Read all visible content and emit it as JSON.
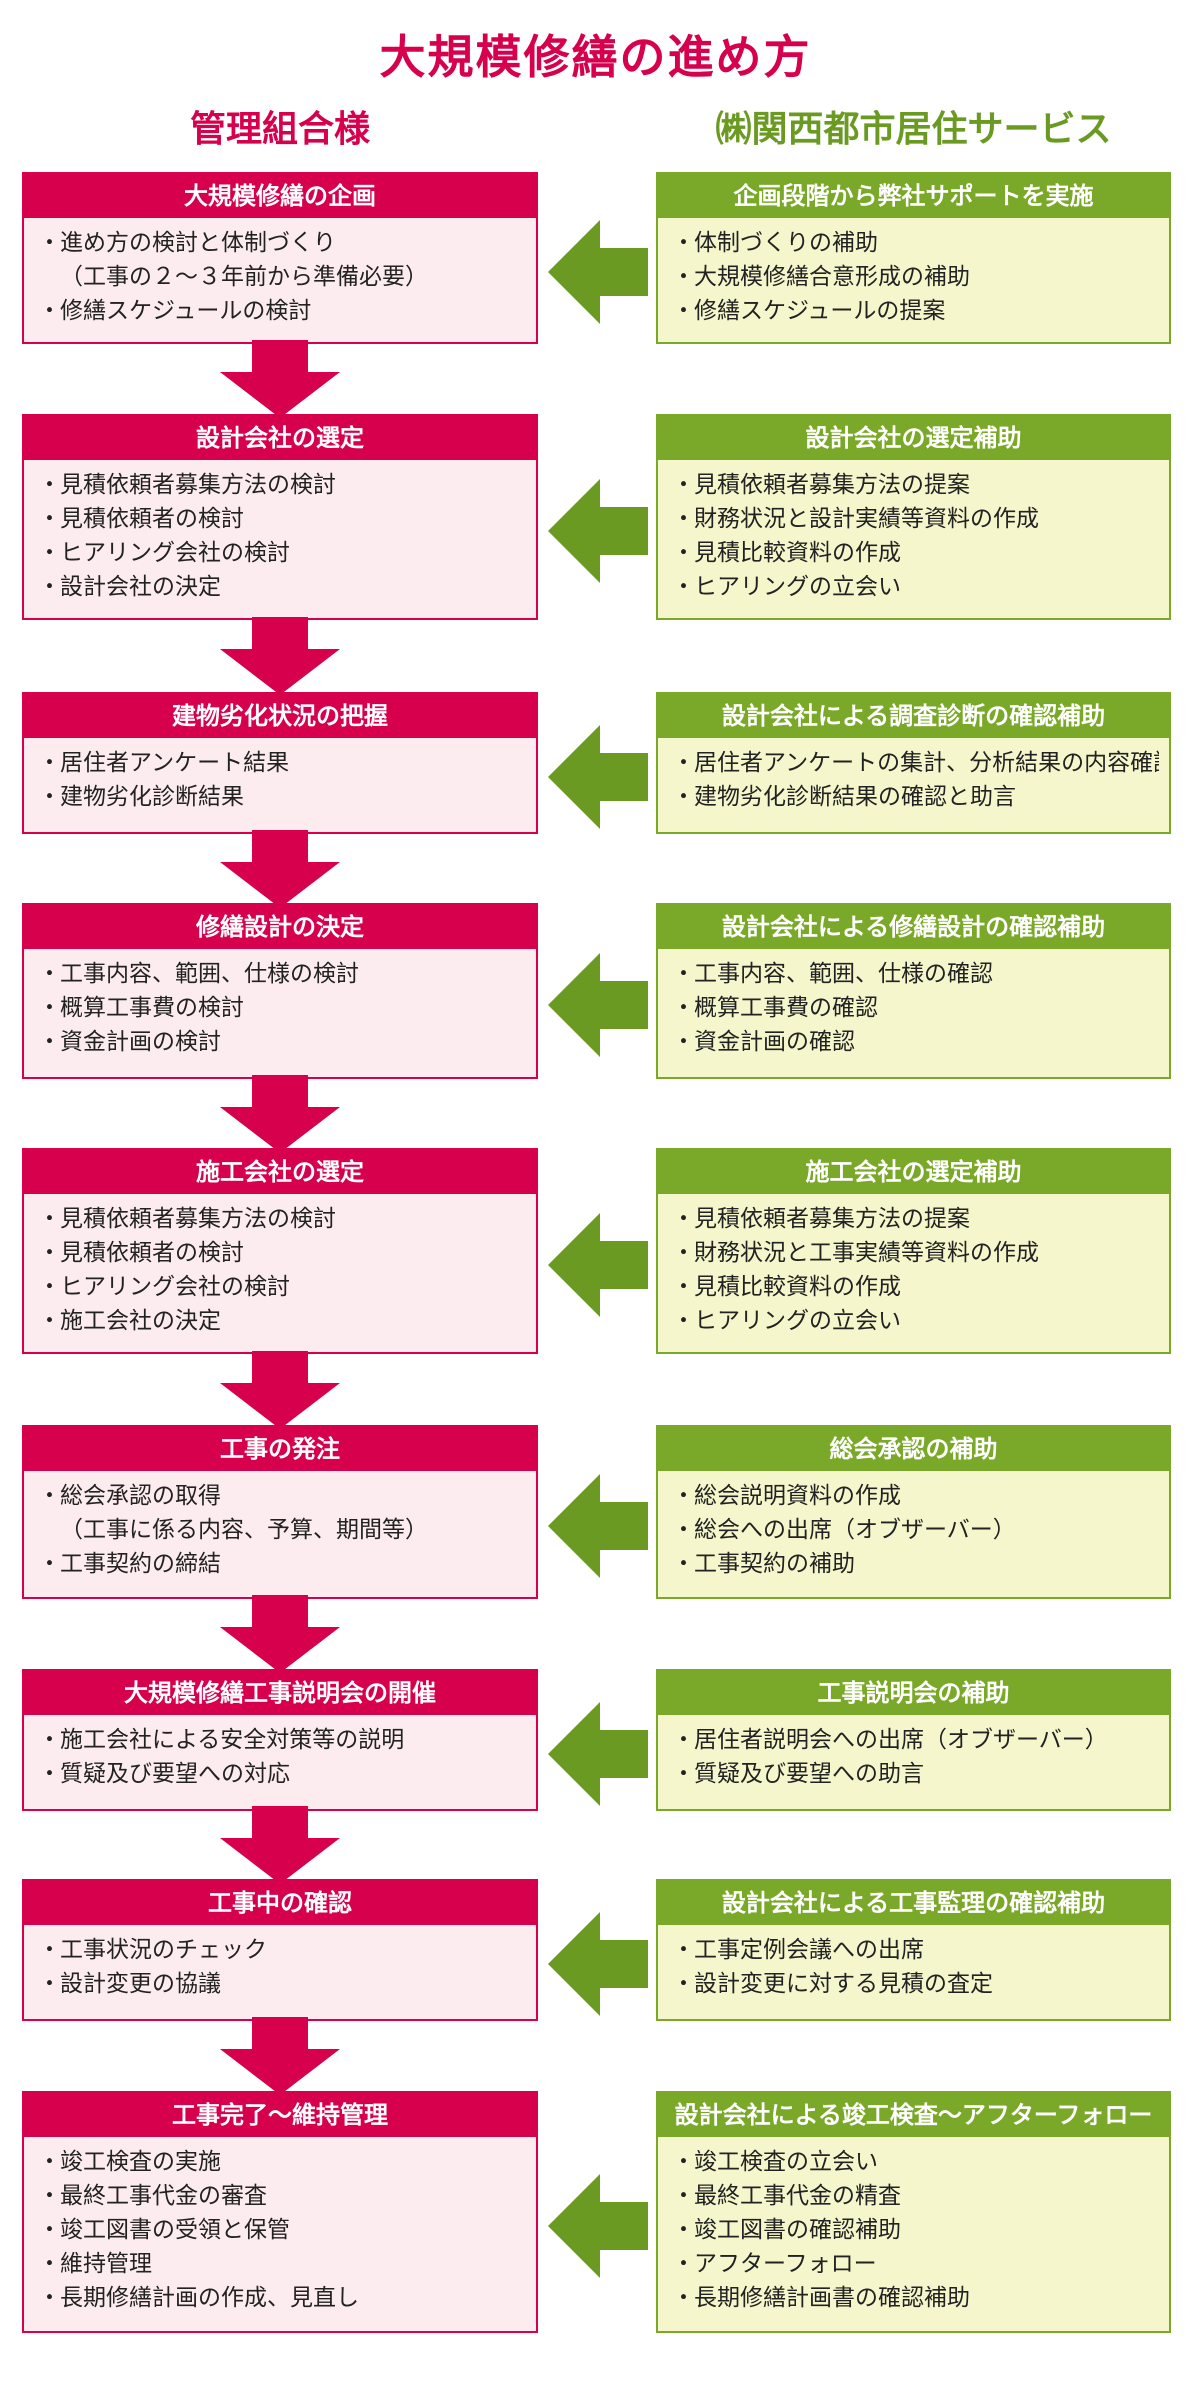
{
  "title": "大規模修繕の進め方",
  "headers": {
    "left": "管理組合様",
    "right": "㈱関西都市居住サービス"
  },
  "colors": {
    "left_accent": "#d6004c",
    "left_bg": "#fdecef",
    "right_accent": "#7aa828",
    "right_bg": "#f5f6cc",
    "arrow_green": "#6a9a22"
  },
  "steps": [
    {
      "left": {
        "title": "大規模修繕の企画",
        "items": [
          "進め方の検討と体制づくり",
          "（工事の２～３年前から準備必要）",
          "修繕スケジュールの検討"
        ]
      },
      "right": {
        "title": "企画段階から弊社サポートを実施",
        "items": [
          "体制づくりの補助",
          "大規模修繕合意形成の補助",
          "修繕スケジュールの提案"
        ]
      }
    },
    {
      "left": {
        "title": "設計会社の選定",
        "items": [
          "見積依頼者募集方法の検討",
          "見積依頼者の検討",
          "ヒアリング会社の検討",
          "設計会社の決定"
        ]
      },
      "right": {
        "title": "設計会社の選定補助",
        "items": [
          "見積依頼者募集方法の提案",
          "財務状況と設計実績等資料の作成",
          "見積比較資料の作成",
          "ヒアリングの立会い"
        ]
      }
    },
    {
      "left": {
        "title": "建物劣化状況の把握",
        "items": [
          "居住者アンケート結果",
          "建物劣化診断結果"
        ]
      },
      "right": {
        "title": "設計会社による調査診断の確認補助",
        "items": [
          "居住者アンケートの集計、分析結果の内容確認",
          "建物劣化診断結果の確認と助言"
        ]
      }
    },
    {
      "left": {
        "title": "修繕設計の決定",
        "items": [
          "工事内容、範囲、仕様の検討",
          "概算工事費の検討",
          "資金計画の検討"
        ]
      },
      "right": {
        "title": "設計会社による修繕設計の確認補助",
        "items": [
          "工事内容、範囲、仕様の確認",
          "概算工事費の確認",
          "資金計画の確認"
        ]
      }
    },
    {
      "left": {
        "title": "施工会社の選定",
        "items": [
          "見積依頼者募集方法の検討",
          "見積依頼者の検討",
          "ヒアリング会社の検討",
          "施工会社の決定"
        ]
      },
      "right": {
        "title": "施工会社の選定補助",
        "items": [
          "見積依頼者募集方法の提案",
          "財務状況と工事実績等資料の作成",
          "見積比較資料の作成",
          "ヒアリングの立会い"
        ]
      }
    },
    {
      "left": {
        "title": "工事の発注",
        "items": [
          "総会承認の取得",
          "（工事に係る内容、予算、期間等）",
          "工事契約の締結"
        ]
      },
      "right": {
        "title": "総会承認の補助",
        "items": [
          "総会説明資料の作成",
          "総会への出席（オブザーバー）",
          "工事契約の補助"
        ]
      }
    },
    {
      "left": {
        "title": "大規模修繕工事説明会の開催",
        "items": [
          "施工会社による安全対策等の説明",
          "質疑及び要望への対応"
        ]
      },
      "right": {
        "title": "工事説明会の補助",
        "items": [
          "居住者説明会への出席（オブザーバー）",
          "質疑及び要望への助言"
        ]
      }
    },
    {
      "left": {
        "title": "工事中の確認",
        "items": [
          "工事状況のチェック",
          "設計変更の協議"
        ]
      },
      "right": {
        "title": "設計会社による工事監理の確認補助",
        "items": [
          "工事定例会議への出席",
          "設計変更に対する見積の査定"
        ]
      }
    },
    {
      "left": {
        "title": "工事完了～維持管理",
        "items": [
          "竣工検査の実施",
          "最終工事代金の審査",
          "竣工図書の受領と保管",
          "維持管理",
          "長期修繕計画の作成、見直し"
        ]
      },
      "right": {
        "title": "設計会社による竣工検査～アフターフォロー",
        "items": [
          "竣工検査の立会い",
          "最終工事代金の精査",
          "竣工図書の確認補助",
          "アフターフォロー",
          "長期修繕計画書の確認補助"
        ]
      }
    }
  ]
}
